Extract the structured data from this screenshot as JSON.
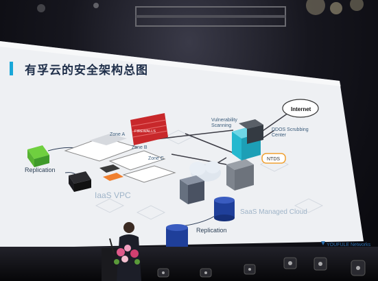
{
  "slide": {
    "title": "有孚云的安全架构总图",
    "labels": {
      "internet": "Internet",
      "vulnerability_scanning": "Vulnerability Scanning",
      "ddos_scrubbing_center": "DDOS Scrubbing Center",
      "ntds": "NTDS",
      "zone_a": "Zone A",
      "zone_b": "Zone B",
      "zone_c": "Zone C",
      "replication_top": "Replication",
      "replication_bottom": "Replication",
      "iaas_vpc": "IaaS VPC",
      "saas_managed_cloud": "SaaS Managed Cloud",
      "firewall_banner": "FIREWALLS"
    },
    "brand_logo_text": "YOUFULE Networks"
  },
  "colors": {
    "title_accent": "#19a7d8",
    "firewall_red": "#c8282b",
    "cyan_firewall": "#26b8cf",
    "server_blue": "#1f3f9a",
    "green_box": "#6fcf3f"
  },
  "icons": [
    "cloud-icon",
    "firewall-icon",
    "server-icon",
    "database-icon",
    "storage-box-icon",
    "speaker-person-icon",
    "flowers-icon",
    "podium-icon"
  ]
}
